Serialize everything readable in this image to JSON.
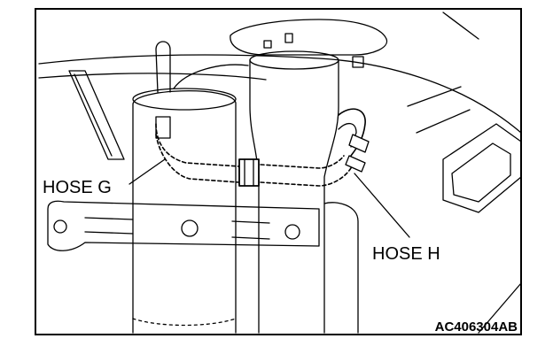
{
  "diagram": {
    "callouts": {
      "hose_g": "HOSE G",
      "hose_h": "HOSE H"
    },
    "figure_code": "AC406304AB"
  },
  "colors": {
    "line": "#000000",
    "background": "#ffffff"
  }
}
